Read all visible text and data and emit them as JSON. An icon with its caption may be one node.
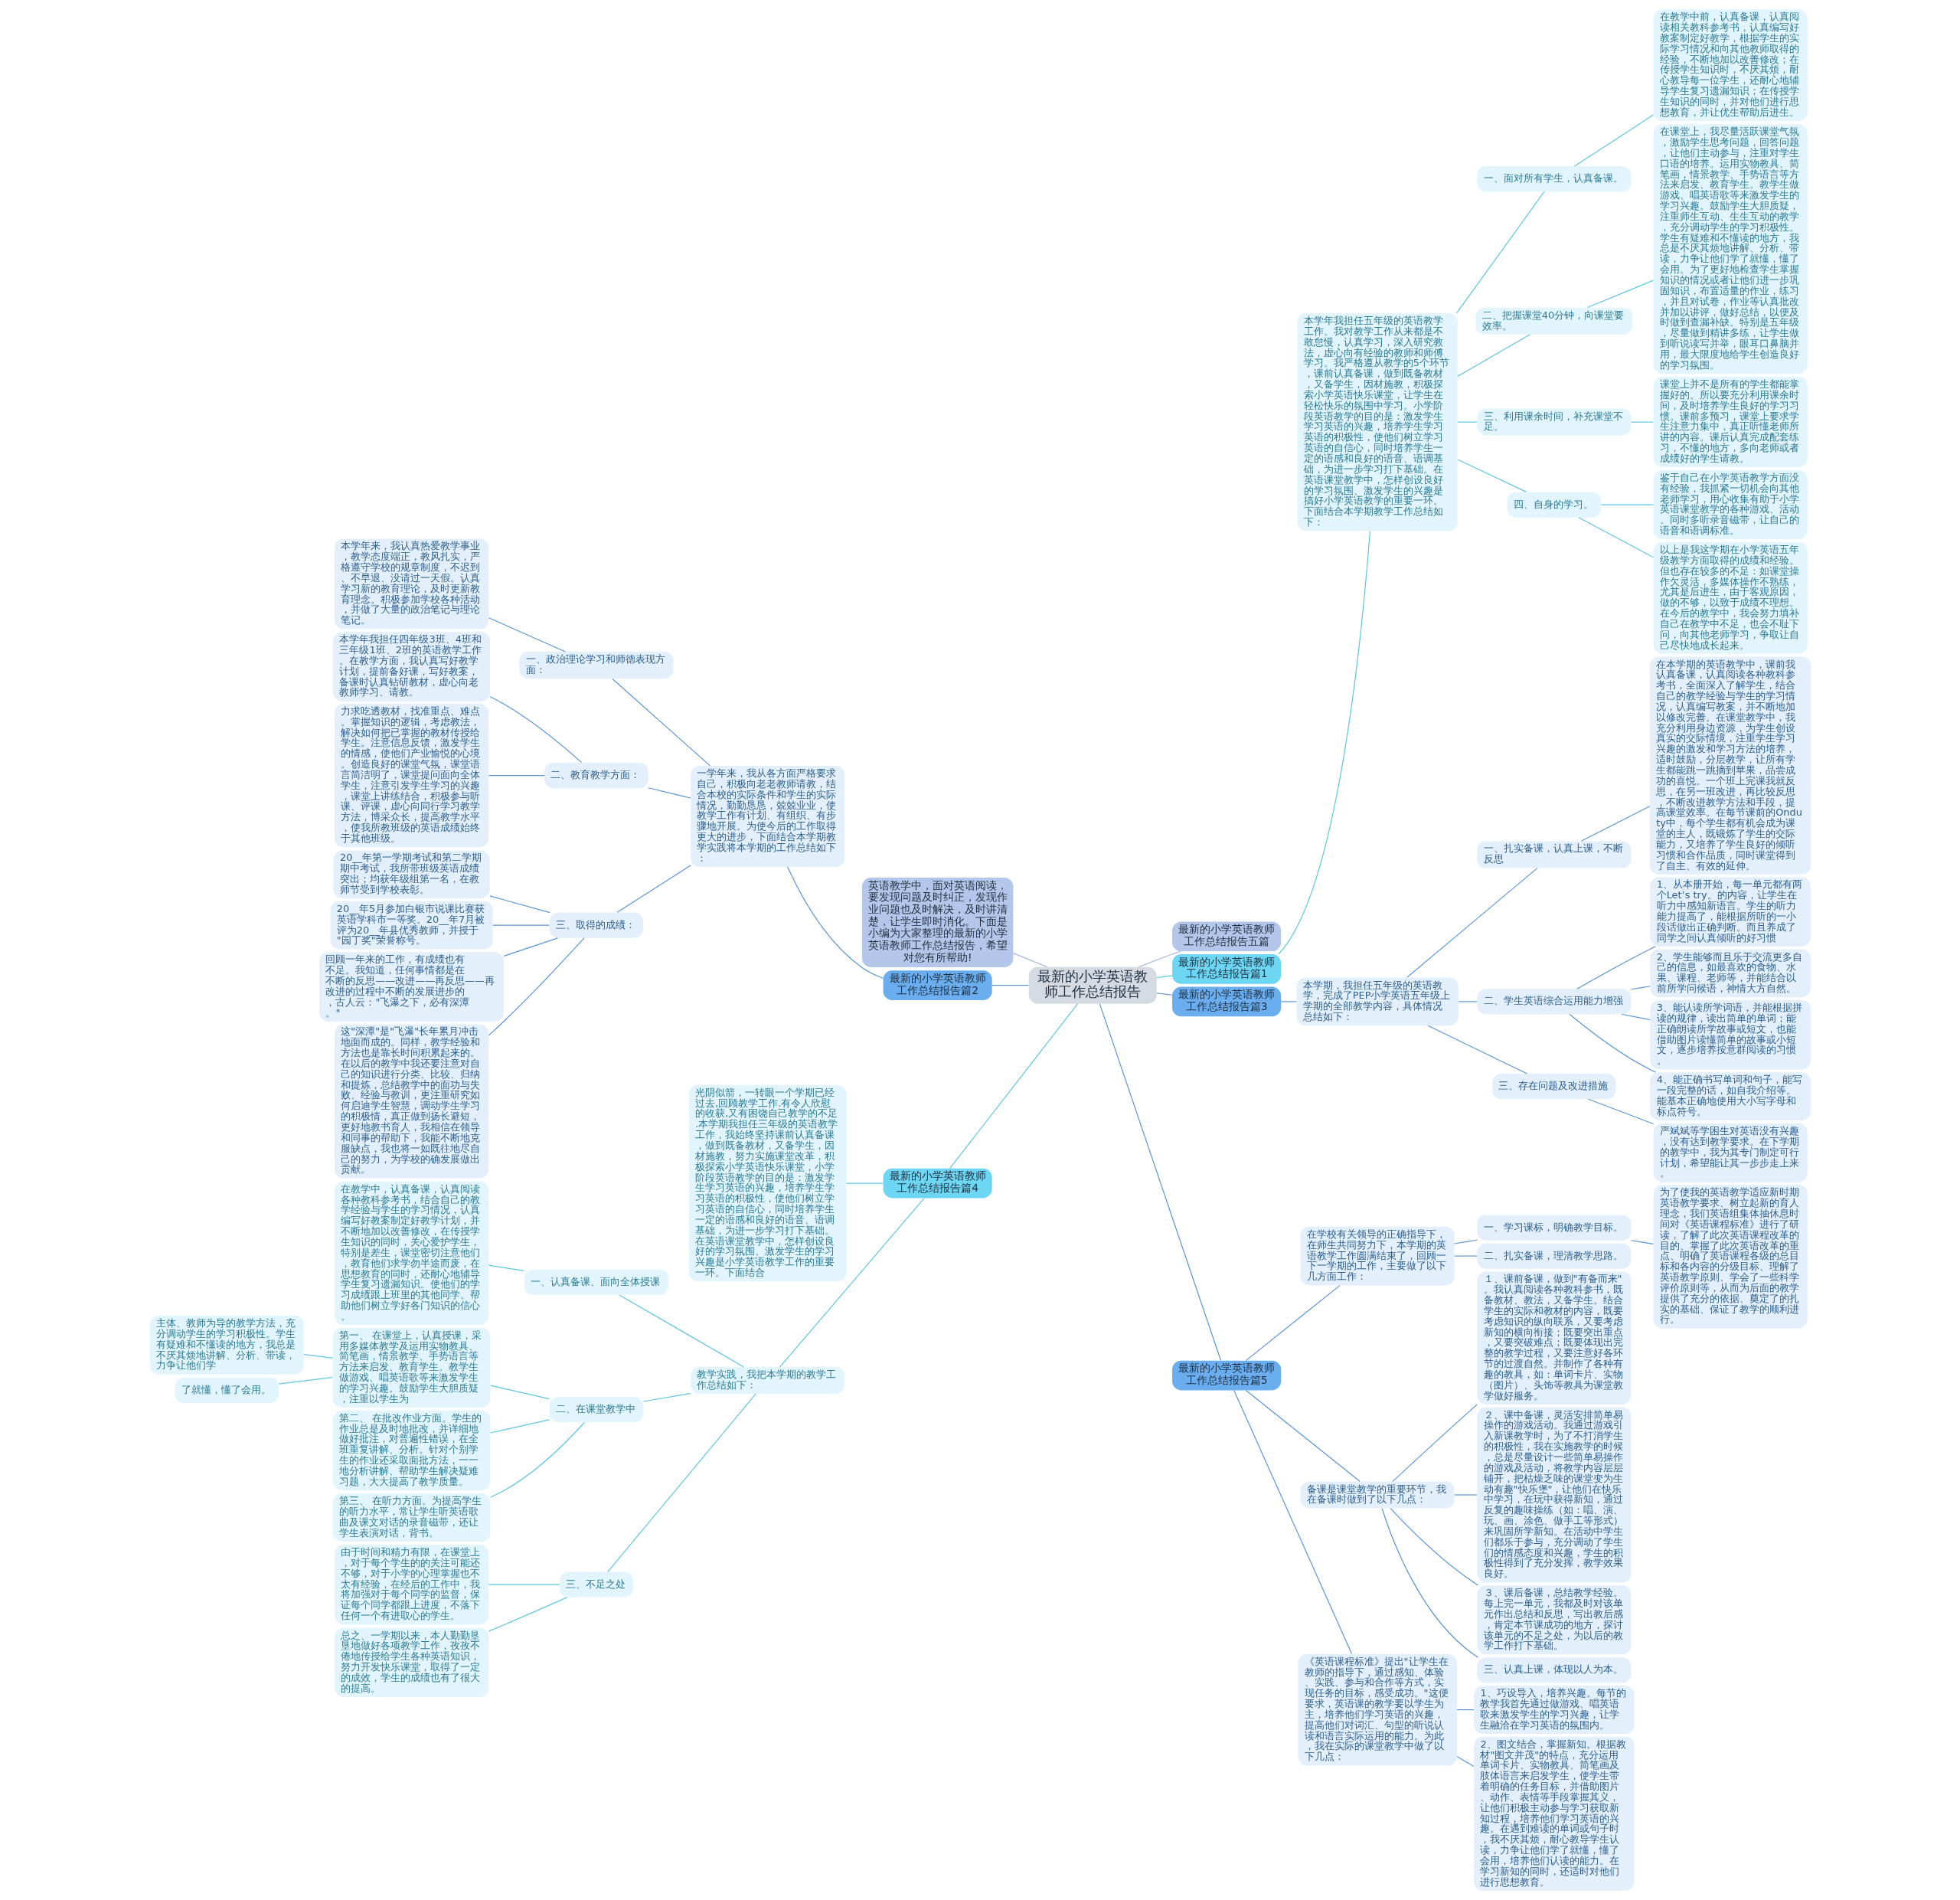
{
  "diagram": {
    "nodes": [
      {
        "text": [
          "最新的小学英语教师工作总结报告"
        ]
      },
      {
        "text": [
          "最新的小学英语教师工作总结报告五篇"
        ]
      },
      {
        "text": [
          "英语教学中，面对英语阅读，要发现问题及时纠正，发现作业问题也及时解决，及时讲清楚，让学生即时消化。下面是小编为大家整理的最新的小学英语教师工作总结报告，希望对您有所帮助!"
        ]
      },
      {
        "text": [
          "最新的小学英语教师工作总结报告篇1"
        ]
      },
      {
        "text": [
          "本学年我担任五年级的英语教学工作。我对教学工作从来都是不敢怠慢，认真学习，深入研究教法，虚心向有经验的教师和师傅学习。我严格遵从教学的5个环节，课前认真备课，做到既备教材，又备学生，因材施教，积极探索小学英语快乐课堂，让学生在轻松快乐的氛围中学习。小学阶段英语教学的目的是：激发学生学习英语的兴趣，培养学生学习英语的积极性，使他们树立学习英语的自信心，同时培养学生一定的语感和良好的语音、语调基础，为进一步学习打下基础。在英语课堂教学中，怎样创设良好的学习氛围、激发学生的兴趣是搞好小学英语教学的重要一环。下面结合本学期教学工作总结如下："
        ]
      },
      {
        "text": [
          "一、面对所有学生，认真备课。"
        ]
      },
      {
        "text": [
          "在教学中前，认真备课，认真阅读相关教科参考书，认真编写好教案制定好教学，根据学生的实际学习情况和向其他教师取得的经验，不断地加以改善修改；在传授学生知识时，不厌其烦，耐心教导每一位学生，还耐心地辅导学生复习遗漏知识；在传授学生知识的同时，并对他们进行思想教育，并让优生帮助后进生。"
        ]
      },
      {
        "text": [
          "二、把握课堂40分钟，向课堂要效率。"
        ]
      },
      {
        "text": [
          "在课堂上，我尽量活跃课堂气氛，激励学生思考问题，回答问题，让他们主动参与，注重对学生口语的培养。运用实物教具、简笔画，情景教学、手势语言等方法来启发、教育学生。教学生做游戏、唱英语歌等来激发学生的学习兴趣。鼓励学生大胆质疑，注重师生互动、生生互动的教学，充分调动学生的学习积极性。学生有疑难和不懂读的地方，我总是不厌其烦地讲解、分析、带读，力争让他们学了就懂，懂了会用。为了更好地检查学生掌握知识的情况或者让他们进一步巩固知识，布置适量的作业，练习，并且对试卷，作业等认真批改并加以讲评，做好总结，以便及时做到查漏补缺。特别是五年级，尽量做到精讲多练，让学生做到听说读写并举，眼耳口鼻脑并用，最大限度地给学生创造良好的学习氛围。"
        ]
      },
      {
        "text": [
          "三、利用课余时间，补充课堂不足。"
        ]
      },
      {
        "text": [
          "课堂上并不是所有的学生都能掌握好的。所以要充分利用课余时间，及时培养学生良好的学习习惯。课前多预习，课堂上要求学生注意力集中，真正听懂老师所讲的内容。课后认真完成配套练习，不懂的地方，多向老师或者成绩好的学生请教。"
        ]
      },
      {
        "text": [
          "四、自身的学习。"
        ]
      },
      {
        "text": [
          "鉴于自己在小学英语教学方面没有经验，我抓紧一切机会向其他老师学习，用心收集有助于小学英语课堂教学的各种游戏、活动。同时多听录音磁带，让自己的语音和语调标准。"
        ]
      },
      {
        "text": [
          "以上是我这学期在小学英语五年级教学方面取得的成绩和经验。但也存在较多的不足：如课堂操作欠灵活，多媒体操作不熟练，尤其是后进生，由于客观原因，做的不够，以致于成绩不理想。在今后的教学中，我会努力填补自己在教学中不足，也会不耻下问，向其他老师学习，争取让自己尽快地成长起来。"
        ]
      },
      {
        "text": [
          "最新的小学英语教师工作总结报告篇2"
        ]
      },
      {
        "text": [
          "一学年来，我从各方面严格要求自己，积极向老老教师请教，结合本校的实际条件和学生的实际情况，勤勤恳恳，兢兢业业，使教学工作有计划、有组织、有步骤地开展。为使今后的工作取得更大的进步，下面结合本学期教学实践将本学期的工作总结如下："
        ]
      },
      {
        "text": [
          "一、政治理论学习和师德表现方面："
        ]
      },
      {
        "text": [
          "本学年来，我认真热爱教学事业，教学态度端正，教风扎实，严格遵守学校的规章制度，不迟到、不早退、没请过一天假。认真学习新的教育理论，及时更新教育理念。积极参加学校各种活动，并做了大量的政治笔记与理论笔记。"
        ]
      },
      {
        "text": [
          "二、教育教学方面："
        ]
      },
      {
        "text": [
          "本学年我担任四年级3班、4班和三年级1班、2班的英语教学工作。在教学方面，我认真写好教学计划，提前备好课，写好教案，备课时认真钻研教材，虚心向老教师学习、请教。"
        ]
      },
      {
        "text": [
          "力求吃透教材，找准重点、难点。掌握知识的逻辑，考虑教法，解决如何把已掌握的教材传授给学生。注意信息反馈，激发学生的情感，使他们产业愉悦的心境。创造良好的课堂气氛，课堂语言简洁明了，课堂提问面向全体学生，注意引发学生学习的兴趣，课堂上讲练结合，积极参与听课、评课，虚心向同行学习教学方法，博采众长，提高教学水平，使我所教班级的英语成绩始终于其他班级。"
        ]
      },
      {
        "text": [
          "三、取得的成绩："
        ]
      },
      {
        "text": [
          "20__年第一学期考试和第二学期期中考试，我所带班级英语成绩突出；均获年级组第一名，在教师节受到学校表彰。"
        ]
      },
      {
        "text": [
          "20__年5月参加白银市说课比赛获英语学科市一等奖。20__年7月被评为20__年县优秀教师，并授于\"园丁奖\"荣誉称号。"
        ]
      },
      {
        "text": [
          "回顾一年来的工作，有成绩也有不足。我知道，任何事情都是在不断的反思——改进——再反思——再改进的过程中不断的发展进步的，古人云：\"飞瀑之下，必有深潭。\""
        ]
      },
      {
        "text": [
          "这\"深潭\"是\"飞瀑\"长年累月冲击地面而成的。同样，教学经验和方法也是靠长时间积累起来的。在以后的教学中我还要注意对自己的知识进行分类、比较、归纳和提炼，总结教学中的面功与失败、经验与教训，更注重研究如何启迪学生智慧，调动学生学习的积极情，真正做到扬长避短，更好地教书育人，我相信在领导和同事的帮助下，我能不断地克服缺点，我也将一如既往地尽自己的努力，为学校的确发展做出贡献。"
        ]
      },
      {
        "text": [
          "最新的小学英语教师工作总结报告篇3"
        ]
      },
      {
        "text": [
          "本学期，我担任五年级的英语教学，完成了PEP小学英语五年级上学期的全部教学内容，具体情况总结如下："
        ]
      },
      {
        "text": [
          "一、扎实备课，认真上课，不断反思"
        ]
      },
      {
        "text": [
          "在本学期的英语教学中，课前我认真备课，认真阅读各种教科参考书，全面深入了解学生，结合自己的教学经验与学生的学习情况，认真编写教案，并不断地加以修改完善。在课堂教学中，我充分利用身边资源，为学生创设真实的交际情境，注重学生学习兴趣的激发和学习方法的培养，适时鼓励，分层教学，让所有学生都能跳一跳摘到苹果，品尝成功的喜悦。一个班上完课我就反思，在另一班改进，再比较反思，不断改进教学方法和手段，提高课堂效率。在每节课前的Onduty中，每个学生都有机会成为课堂的主人，既锻炼了学生的交际能力，又培养了学生良好的倾听习惯和合作品质，同时课堂得到了自主、有效的延伸。"
        ]
      },
      {
        "text": [
          "二、学生英语综合运用能力增强"
        ]
      },
      {
        "text": [
          "1、从本册开始，每一单元都有两个Let’s try。的内容，让学生在听力中感知新语言。学生的听力能力提高了，能根据所听的一小段话做出正确判断。而且养成了同学之间认真倾听的好习惯"
        ]
      },
      {
        "text": [
          "2、学生能够而且乐于交流更多自己的信息，如最喜欢的食物、水果、课程、老师等，并能结合以前所学问候语，神情大方自然。"
        ]
      },
      {
        "text": [
          "3、能认读所学词语，并能根据拼读的规律，读出简单的单词；能正确朗读所学故事或短文，也能借助图片读懂简单的故事或小短文，逐步培养按意群阅读的习惯。"
        ]
      },
      {
        "text": [
          "4、能正确书写单词和句子，能写一段完整的话，如自我介绍等。能基本正确地使用大小写字母和标点符号。"
        ]
      },
      {
        "text": [
          "三、存在问题及改进措施"
        ]
      },
      {
        "text": [
          "严斌斌等学困生对英语没有兴趣，没有达到教学要求。在下学期的教学中，我为其专门制定可行计划，希望能让其一步步走上来。"
        ]
      },
      {
        "text": [
          "最新的小学英语教师工作总结报告篇4"
        ]
      },
      {
        "text": [
          "光阴似箭，一转眼一个学期已经过去,回顾教学工作.有令人欣慰的收获,又有困饶自己教学的不足.本学期我担任三年级的英语教学工作，我始终坚持课前认真备课，做到既备教材，又备学生，因材施教，努力实施课堂改革，积极探索小学英语快乐课堂，小学阶段英语教学的目的是：激发学生学习英语的兴趣，培养学生学习英语的积极性，使他们树立学习英语的自信心，同时培养学生一定的语感和良好的语音、语调基础，为进一步学习打下基础。在英语课堂教学中，怎样创设良好的学习氛围、激发学生的学习兴趣是小学英语教学工作的重要一环。下面结合"
        ]
      },
      {
        "text": [
          "教学实践，我把本学期的教学工作总结如下："
        ]
      },
      {
        "text": [
          "一、认真备课、面向全体授课"
        ]
      },
      {
        "text": [
          "在教学中，认真备课，认真阅读各种教科参考书，结合自己的教学经验与学生的学习情况，认真编写好教案制定好教学计划，并不断地加以改善修改，在传授学生知识的同时，关心爱护学生，特别是差生，课堂密切注意他们，教育他们求学勿半途而废，在思想教育的同时，还耐心地辅导学生复习遗漏知识。使他们的学习成绩跟上班里的其他同学。帮助他们树立学好各门知识的信心。"
        ]
      },
      {
        "text": [
          "二、在课堂教学中"
        ]
      },
      {
        "text": [
          "第一、 在课堂上，认真授课，采用多媒体教学及运用实物教具、简笔画，情景教学、手势语言等方法来启发、教育学生。教学生做游戏、唱英语歌等来激发学生的学习兴趣。鼓励学生大胆质疑，注重以学生为"
        ]
      },
      {
        "text": [
          "主体、教师为导的教学方法，充分调动学生的学习积极性。学生有疑难和不懂读的地方，我总是不厌其烦地讲解、分析、带读，力争让他们学"
        ]
      },
      {
        "text": [
          "了就懂，懂了会用。"
        ]
      },
      {
        "text": [
          "第二、 在批改作业方面。学生的作业总是及时地批改，并详细地做好批注，对普遍性错误，在全班重复讲解、分析。针对个别学生的作业还采取面批方法，一一地分析讲解、帮助学生解决疑难习题，大大提高了教学质量。"
        ]
      },
      {
        "text": [
          "第三、 在听力方面。为提高学生的听力水平，常让学生听英语歌曲及课文对话的录音磁带，还让学生表演对话，背书。"
        ]
      },
      {
        "text": [
          "三、不足之处"
        ]
      },
      {
        "text": [
          "由于时间和精力有限，在课堂上，对于每个学生的的关注可能还不够，对于小学的心理掌握也不太有经验，在经后的工作中，我将加强对于每个同学的监督，保证每个同学都跟上进度，不落下任何一个有进取心的学生。"
        ]
      },
      {
        "text": [
          "总之、一学期以来，本人勤勤垦垦地做好各项教学工作，孜孜不倦地传授给学生各种英语知识，努力开发快乐课堂，取得了一定的成效，学生的成绩也有了很大的提高。"
        ]
      },
      {
        "text": [
          "最新的小学英语教师工作总结报告篇5"
        ]
      },
      {
        "text": [
          "在学校有关领导的正确指导下，在师生共同努力下，本学期的英语教学工作圆满结束了，回顾一下一学期的工作，主要做了以下几方面工作："
        ]
      },
      {
        "text": [
          "一、学习课标，明确教学目标。"
        ]
      },
      {
        "text": [
          "为了使我的英语教学适应新时期英语教学要求、树立起新的育人理念，我们英语组集体抽休息时间对《英语课程标准》进行了研读，了解了此次英语课程改革的目的、掌握了此次英语改革的重点、明确了英语课程各级的总目标和各内容的分级目标、理解了英语教学原则、学会了一些科学评价原则等，从而为后面的教学提供了充分的依据、奠定了的扎实的基础、保证了教学的顺利进行。"
        ]
      },
      {
        "text": [
          "二、扎实备课，理清教学思路。"
        ]
      },
      {
        "text": [
          "备课是课堂教学的重要环节，我在备课时做到了以下几点："
        ]
      },
      {
        "text": [
          "１、课前备课，做到\"有备而来\"。我认真阅读各种教科参书，既备教材、教法，又备学生。结合学生的实际和教材的内容，既要考虑知识的纵向联系，又要考虑新知的横向衔接；既要突出重点，又要突破难点；既要体现出完整的教学过程，又要注意好各环节的过渡自然。并制作了各种有趣的教具，如：单词卡片、实物（图片）、头饰等教具为课堂教学做好服务。"
        ]
      },
      {
        "text": [
          "２、课中备课，灵活安排简单易操作的游戏活动。我通过游戏引入新课教学时，为了不打消学生的积极性，我在实施教学的时候，总是尽量设计一些简单易操作的游戏及活动，将教学内容层层铺开，把枯燥乏味的课堂变为生动有趣\"快乐堡\"，让他们在快乐中学习，在玩中获得新知，通过反复的趣味操练（如：唱、演、玩、画、涂色、做手工等形式）来巩固所学新知。在活动中学生们都乐于参与，充分调动了学生们的情感态度和兴趣，学生的积极性得到了充分发挥，教学效果良好。"
        ]
      },
      {
        "text": [
          "３、课后备课，总结教学经验。每上完一单元，我都及时对该单元作出总结和反思，写出教后感，肯定本节课成功的地方，探讨该单元的不足之处，为以后的教学工作打下基础。"
        ]
      },
      {
        "text": [
          "三、认真上课，体现以人为本。"
        ]
      },
      {
        "text": [
          "《英语课程标准》提出\"让学生在教师的指导下，通过感知、体验、实践、参与和合作等方式，实现任务的目标，感受成功。\"这便要求，英语课的教学要以学生为主，培养他们学习英语的兴趣，提高他们对词汇、句型的听说认读和语言实际运用的能力。为此，我在实际的课堂教学中做了以下几点："
        ]
      },
      {
        "text": [
          "1、巧设导入，培养兴趣。每节的教学我首先通过做游戏、唱英语歌来激发学生的学习兴趣，让学生融洽在学习英语的氛围内。"
        ]
      },
      {
        "text": [
          "2、图文结合，掌握新知。根据教材\"图文并茂\"的特点，充分运用单词卡片、实物教具、简笔画及肢体语言来启发学生，使学生带着明确的任务目标，并借助图片、动作、表情等手段掌握其义，让他们积极主动参与学习获取新知过程，培养他们学习英语的兴趣。在遇到难读的单词或句子时，我不厌其烦，耐心教导学生认读，力争让他们学了就懂，懂了会用，培养他们认读的能力。在学习新知的同时，还适时对他们进行思想教育。"
        ]
      }
    ],
    "edges": [
      {
        "from": 0,
        "to": 1,
        "arrow": "none",
        "color": "#a9b8e0"
      },
      {
        "from": 0,
        "to": 2,
        "arrow": "none",
        "color": "#a9b8e0"
      },
      {
        "from": 0,
        "to": 3,
        "arrow": "none",
        "color": "#5fc6e0"
      },
      {
        "from": 3,
        "to": 4,
        "arrow": "none",
        "color": "#5fc6e0"
      },
      {
        "from": 4,
        "to": 5,
        "arrow": "none",
        "color": "#5fc6e0"
      },
      {
        "from": 5,
        "to": 6,
        "arrow": "none",
        "color": "#5fc6e0"
      },
      {
        "from": 4,
        "to": 7,
        "arrow": "none",
        "color": "#5fc6e0"
      },
      {
        "from": 7,
        "to": 8,
        "arrow": "none",
        "color": "#5fc6e0"
      },
      {
        "from": 4,
        "to": 9,
        "arrow": "none",
        "color": "#5fc6e0"
      },
      {
        "from": 9,
        "to": 10,
        "arrow": "none",
        "color": "#5fc6e0"
      },
      {
        "from": 4,
        "to": 11,
        "arrow": "none",
        "color": "#5fc6e0"
      },
      {
        "from": 11,
        "to": 12,
        "arrow": "none",
        "color": "#5fc6e0"
      },
      {
        "from": 11,
        "to": 13,
        "arrow": "none",
        "color": "#5fc6e0"
      },
      {
        "from": 0,
        "to": 14,
        "arrow": "none"
      },
      {
        "from": 14,
        "to": 15,
        "arrow": "none"
      },
      {
        "from": 15,
        "to": 16,
        "arrow": "none"
      },
      {
        "from": 16,
        "to": 17,
        "arrow": "none"
      },
      {
        "from": 15,
        "to": 18,
        "arrow": "none"
      },
      {
        "from": 18,
        "to": 19,
        "arrow": "none"
      },
      {
        "from": 18,
        "to": 20,
        "arrow": "none"
      },
      {
        "from": 15,
        "to": 21,
        "arrow": "none"
      },
      {
        "from": 21,
        "to": 22,
        "arrow": "none"
      },
      {
        "from": 21,
        "to": 23,
        "arrow": "none"
      },
      {
        "from": 21,
        "to": 24,
        "arrow": "none"
      },
      {
        "from": 21,
        "to": 25,
        "arrow": "none"
      },
      {
        "from": 0,
        "to": 26,
        "arrow": "none"
      },
      {
        "from": 26,
        "to": 27,
        "arrow": "none"
      },
      {
        "from": 27,
        "to": 28,
        "arrow": "none"
      },
      {
        "from": 28,
        "to": 29,
        "arrow": "none"
      },
      {
        "from": 27,
        "to": 30,
        "arrow": "none"
      },
      {
        "from": 30,
        "to": 31,
        "arrow": "none"
      },
      {
        "from": 30,
        "to": 32,
        "arrow": "none"
      },
      {
        "from": 30,
        "to": 33,
        "arrow": "none"
      },
      {
        "from": 30,
        "to": 34,
        "arrow": "none"
      },
      {
        "from": 27,
        "to": 35,
        "arrow": "none"
      },
      {
        "from": 35,
        "to": 36,
        "arrow": "none"
      },
      {
        "from": 0,
        "to": 37,
        "arrow": "none",
        "color": "#5fc6e0"
      },
      {
        "from": 37,
        "to": 38,
        "arrow": "none",
        "color": "#5fc6e0"
      },
      {
        "from": 37,
        "to": 39,
        "arrow": "none",
        "color": "#5fc6e0"
      },
      {
        "from": 39,
        "to": 40,
        "arrow": "none",
        "color": "#5fc6e0"
      },
      {
        "from": 40,
        "to": 41,
        "arrow": "none",
        "color": "#5fc6e0"
      },
      {
        "from": 39,
        "to": 42,
        "arrow": "none",
        "color": "#5fc6e0"
      },
      {
        "from": 42,
        "to": 43,
        "arrow": "none",
        "color": "#5fc6e0"
      },
      {
        "from": 43,
        "to": 44,
        "arrow": "none",
        "color": "#5fc6e0"
      },
      {
        "from": 43,
        "to": 45,
        "arrow": "none",
        "color": "#5fc6e0"
      },
      {
        "from": 42,
        "to": 46,
        "arrow": "none",
        "color": "#5fc6e0"
      },
      {
        "from": 42,
        "to": 47,
        "arrow": "none",
        "color": "#5fc6e0"
      },
      {
        "from": 39,
        "to": 48,
        "arrow": "none",
        "color": "#5fc6e0"
      },
      {
        "from": 48,
        "to": 49,
        "arrow": "none",
        "color": "#5fc6e0"
      },
      {
        "from": 48,
        "to": 50,
        "arrow": "none",
        "color": "#5fc6e0"
      },
      {
        "from": 0,
        "to": 51,
        "arrow": "none"
      },
      {
        "from": 51,
        "to": 52,
        "arrow": "none"
      },
      {
        "from": 52,
        "to": 53,
        "arrow": "none"
      },
      {
        "from": 53,
        "to": 54,
        "arrow": "none"
      },
      {
        "from": 52,
        "to": 55,
        "arrow": "none"
      },
      {
        "from": 51,
        "to": 56,
        "arrow": "none"
      },
      {
        "from": 56,
        "to": 57,
        "arrow": "none"
      },
      {
        "from": 56,
        "to": 58,
        "arrow": "none"
      },
      {
        "from": 56,
        "to": 59,
        "arrow": "none"
      },
      {
        "from": 56,
        "to": 60,
        "arrow": "none"
      },
      {
        "from": 51,
        "to": 61,
        "arrow": "none"
      },
      {
        "from": 61,
        "to": 62,
        "arrow": "none"
      },
      {
        "from": 61,
        "to": 63,
        "arrow": "none"
      }
    ]
  }
}
